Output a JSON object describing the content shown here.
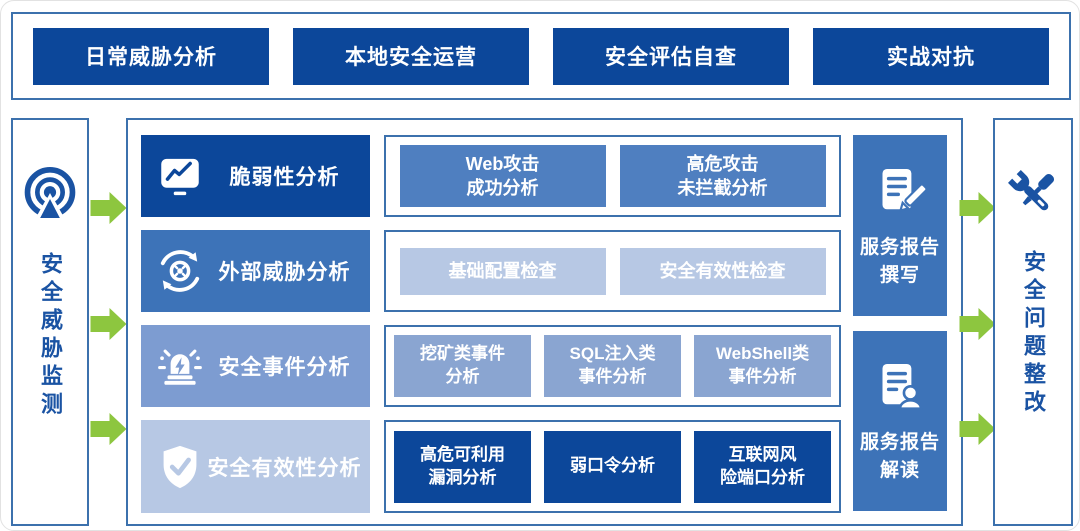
{
  "colors": {
    "navy": "#0c479a",
    "mid_blue": "#3d73b8",
    "row1_sub_blue": "#4f7fc0",
    "row3_label_blue": "#7d9cd1",
    "row3_sub_blue": "#8aa5d1",
    "light_blue": "#b7c8e4",
    "border_blue": "#3c71ad",
    "arrow_green": "#8dc63f",
    "icon_text_blue": "#1a53a3"
  },
  "top_bar": {
    "buttons": [
      {
        "label": "日常威胁分析"
      },
      {
        "label": "本地安全运营"
      },
      {
        "label": "安全评估自查"
      },
      {
        "label": "实战对抗"
      }
    ]
  },
  "left_panel": {
    "label": "安全威胁监测",
    "icon": "broadcast-icon"
  },
  "right_panel": {
    "label": "安全问题整改",
    "icon": "tools-icon"
  },
  "main": {
    "rows": [
      {
        "label": "脆弱性分析",
        "icon": "monitor-chart-icon",
        "items": [
          {
            "label": "Web攻击\n成功分析"
          },
          {
            "label": "高危攻击\n未拦截分析"
          }
        ]
      },
      {
        "label": "外部威胁分析",
        "icon": "radar-target-icon",
        "items": [
          {
            "label": "基础配置检查"
          },
          {
            "label": "安全有效性检查"
          }
        ]
      },
      {
        "label": "安全事件分析",
        "icon": "siren-icon",
        "items": [
          {
            "label": "挖矿类事件\n分析"
          },
          {
            "label": "SQL注入类\n事件分析"
          },
          {
            "label": "WebShell类\n事件分析"
          }
        ]
      },
      {
        "label": "安全有效性分析",
        "icon": "shield-check-icon",
        "items": [
          {
            "label": "高危可利用\n漏洞分析"
          },
          {
            "label": "弱口令分析"
          },
          {
            "label": "互联网风\n险端口分析"
          }
        ]
      }
    ],
    "reports": [
      {
        "label": "服务报告\n撰写",
        "icon": "doc-pencil-icon"
      },
      {
        "label": "服务报告\n解读",
        "icon": "doc-person-icon"
      }
    ]
  }
}
